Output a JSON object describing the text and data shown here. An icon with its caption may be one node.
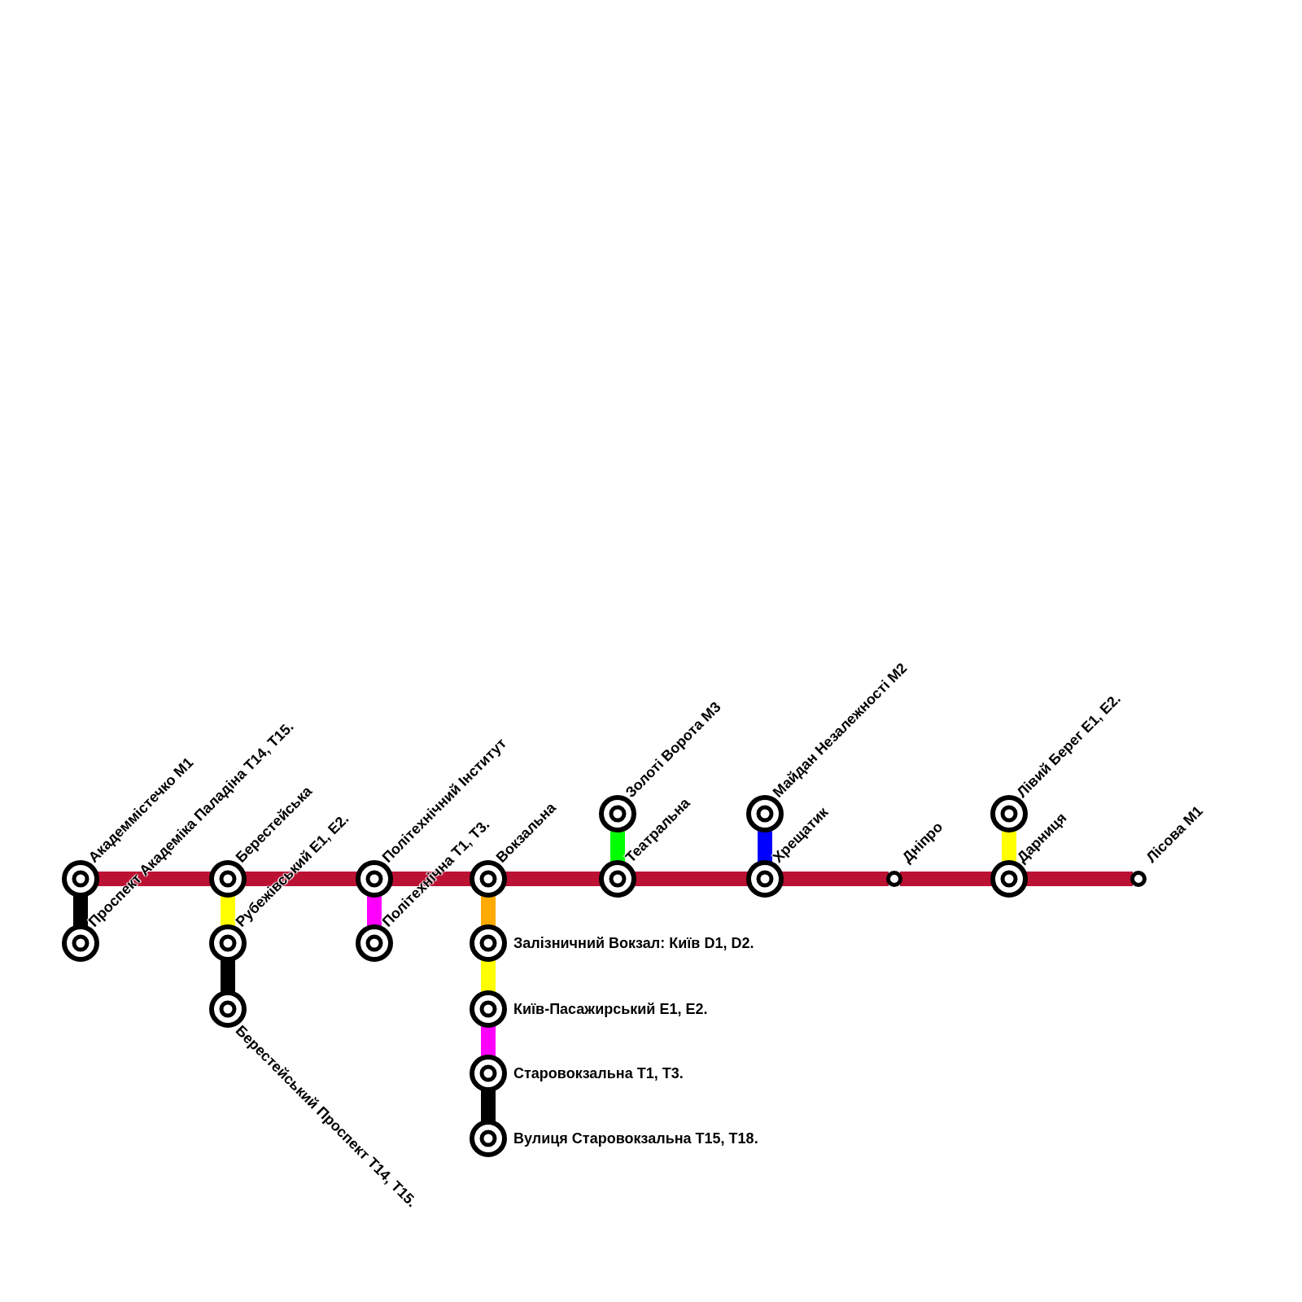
{
  "diagram": {
    "nodes": [
      {
        "text": [
          "Академмістечко M1"
        ]
      },
      {
        "text": [
          "Проспект Академіка Паладіна T14, T15."
        ]
      },
      {
        "text": [
          "Берестейська"
        ]
      },
      {
        "text": [
          "Рубежівський E1, E2."
        ]
      },
      {
        "text": [
          "Берестейський Проспект T14, T15."
        ]
      },
      {
        "text": [
          "Політехнічний Інститут"
        ]
      },
      {
        "text": [
          "Політехнічна T1, T3."
        ]
      },
      {
        "text": [
          "Вокзальна"
        ]
      },
      {
        "text": [
          "Залізничний Вокзал: Київ D1, D2."
        ]
      },
      {
        "text": [
          "Київ-Пасажирський E1, E2."
        ]
      },
      {
        "text": [
          "Старовокзальна T1, T3."
        ]
      },
      {
        "text": [
          "Вулиця Старовокзальна T15, T18."
        ]
      },
      {
        "text": [
          "Золоті Ворота M3"
        ]
      },
      {
        "text": [
          "Театральна"
        ]
      },
      {
        "text": [
          "Майдан Незалежності M2"
        ]
      },
      {
        "text": [
          "Хрещатик"
        ]
      },
      {
        "text": [
          "Дніпро"
        ]
      },
      {
        "text": [
          "Лівий Берег E1, E2."
        ]
      },
      {
        "text": [
          "Дарниця"
        ]
      },
      {
        "text": [
          "Лісова M1"
        ]
      }
    ],
    "edges": [
      {
        "from": 0,
        "to": 2,
        "arrow": "none",
        "color": "#bb1133"
      },
      {
        "from": 2,
        "to": 5,
        "arrow": "none",
        "color": "#bb1133"
      },
      {
        "from": 5,
        "to": 7,
        "arrow": "none",
        "color": "#bb1133"
      },
      {
        "from": 7,
        "to": 13,
        "arrow": "none",
        "color": "#bb1133"
      },
      {
        "from": 13,
        "to": 15,
        "arrow": "none",
        "color": "#bb1133"
      },
      {
        "from": 15,
        "to": 16,
        "arrow": "none",
        "color": "#bb1133"
      },
      {
        "from": 16,
        "to": 18,
        "arrow": "none",
        "color": "#bb1133"
      },
      {
        "from": 18,
        "to": 19,
        "arrow": "none",
        "color": "#bb1133"
      },
      {
        "from": 0,
        "to": 1,
        "arrow": "none",
        "color": "#000000"
      },
      {
        "from": 2,
        "to": 3,
        "arrow": "none",
        "color": "#ffff00"
      },
      {
        "from": 3,
        "to": 4,
        "arrow": "none",
        "color": "#000000"
      },
      {
        "from": 5,
        "to": 6,
        "arrow": "none",
        "color": "#ff00ff"
      },
      {
        "from": 7,
        "to": 8,
        "arrow": "none",
        "color": "#ffaa00"
      },
      {
        "from": 8,
        "to": 9,
        "arrow": "none",
        "color": "#ffff00"
      },
      {
        "from": 9,
        "to": 10,
        "arrow": "none",
        "color": "#ff00ff"
      },
      {
        "from": 10,
        "to": 11,
        "arrow": "none",
        "color": "#000000"
      },
      {
        "from": 12,
        "to": 13,
        "arrow": "none",
        "color": "#00ff00"
      },
      {
        "from": 14,
        "to": 15,
        "arrow": "none",
        "color": "#0000ff"
      },
      {
        "from": 17,
        "to": 18,
        "arrow": "none",
        "color": "#ffff00"
      }
    ]
  }
}
